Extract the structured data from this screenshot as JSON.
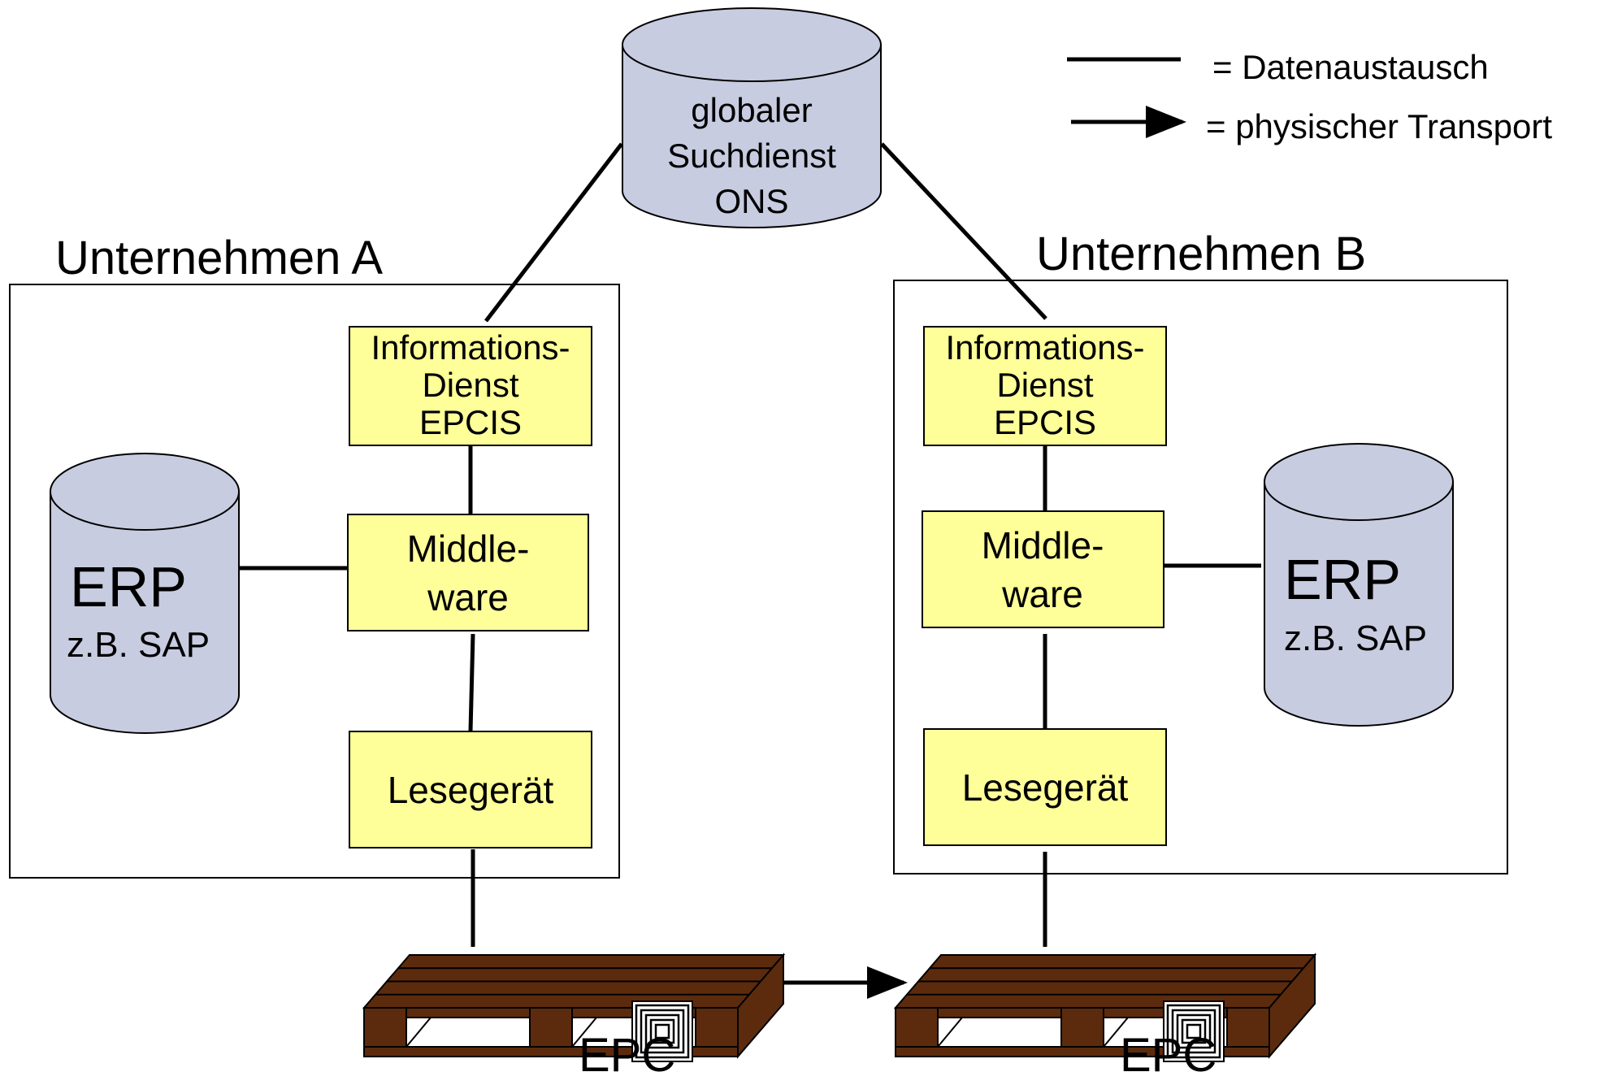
{
  "colors": {
    "box_fill": "#ffff99",
    "cylinder_fill": "#c8cce0",
    "pallet_wood": "#5c2b0e",
    "line": "#000000",
    "background": "#ffffff"
  },
  "legend": {
    "data_exchange_label": "= Datenaustausch",
    "transport_label": "= physischer Transport"
  },
  "ons": {
    "line1": "globaler",
    "line2": "Suchdienst",
    "line3": "ONS"
  },
  "company_a": {
    "title": "Unternehmen A",
    "epcis": [
      "Informations-",
      "Dienst",
      "EPCIS"
    ],
    "middleware": [
      "Middle-",
      "ware"
    ],
    "reader": "Lesegerät",
    "erp_title": "ERP",
    "erp_sub": "z.B. SAP"
  },
  "company_b": {
    "title": "Unternehmen B",
    "epcis": [
      "Informations-",
      "Dienst",
      "EPCIS"
    ],
    "middleware": [
      "Middle-",
      "ware"
    ],
    "reader": "Lesegerät",
    "erp_title": "ERP",
    "erp_sub": "z.B. SAP"
  },
  "pallets": {
    "left_label": "EPC",
    "right_label": "EPC",
    "icon": "pallet-with-rfid-tag-icon"
  }
}
